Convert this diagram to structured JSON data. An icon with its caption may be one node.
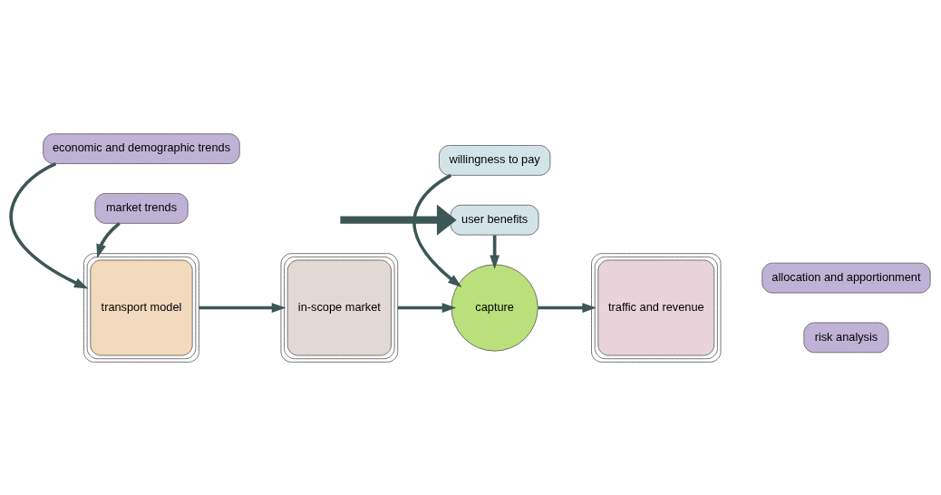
{
  "diagram": {
    "nodes": [
      {
        "text": [
          "economic and demographic trends"
        ]
      },
      {
        "text": [
          "transport model"
        ]
      },
      {
        "text": [
          "market trends"
        ]
      },
      {
        "text": [
          "in-scope market"
        ]
      },
      {
        "text": [
          "willingness to pay"
        ]
      },
      {
        "text": [
          "capture"
        ]
      },
      {
        "text": [
          "user benefits"
        ]
      },
      {
        "text": [
          "traffic and revenue"
        ]
      },
      {
        "text": [
          "allocation and apportionment"
        ]
      },
      {
        "text": [
          "risk analysis"
        ]
      }
    ],
    "edges": [
      {
        "from": 0,
        "to": 1,
        "arrow": "to"
      },
      {
        "from": 2,
        "to": 1,
        "arrow": "to"
      },
      {
        "from": 1,
        "to": 3,
        "arrow": "to"
      },
      {
        "from": 3,
        "to": 5,
        "arrow": "to"
      },
      {
        "from": 4,
        "to": 5,
        "arrow": "to"
      },
      {
        "from": 6,
        "to": 5,
        "arrow": "to"
      },
      {
        "from": 5,
        "to": 7,
        "arrow": "to"
      },
      {
        "from": null,
        "to": 6,
        "arrow": "to",
        "style": "thick"
      }
    ]
  }
}
